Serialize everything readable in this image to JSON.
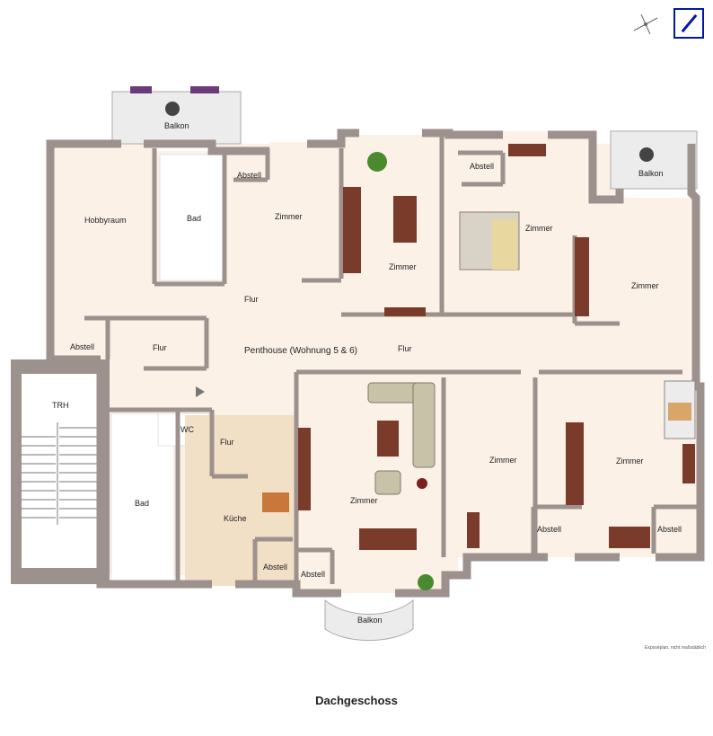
{
  "rooms": {
    "balkon_top": "Balkon",
    "balkon_right": "Balkon",
    "balkon_bottom": "Balkon",
    "hobbyraum": "Hobbyraum",
    "bad_top": "Bad",
    "abstell_1": "Abstell",
    "zimmer_1": "Zimmer",
    "zimmer_2": "Zimmer",
    "abstell_2": "Abstell",
    "zimmer_3": "Zimmer",
    "zimmer_4": "Zimmer",
    "flur_1": "Flur",
    "abstell_3": "Abstell",
    "flur_2": "Flur",
    "penthouse": "Penthouse (Wohnung 5 & 6)",
    "flur_3": "Flur",
    "trh": "TRH",
    "wc": "WC",
    "flur_4": "Flur",
    "bad_bottom": "Bad",
    "kueche": "Küche",
    "abstell_4": "Abstell",
    "zimmer_living": "Zimmer",
    "abstell_5": "Abstell",
    "zimmer_5": "Zimmer",
    "zimmer_6": "Zimmer",
    "abstell_6": "Abstell",
    "abstell_7": "Abstell"
  },
  "footer": {
    "title": "Dachgeschoss",
    "note": "Exposéplan, nicht maßstäblich"
  },
  "colors": {
    "wall": "#9c918c",
    "floor": "#fbf1e7",
    "tile": "#ffffff",
    "kitchen_tile": "#f2e0c6",
    "wood": "#7b3b2a",
    "brand": "#0018a8"
  },
  "icons": [
    "compass-icon",
    "bank-logo-icon"
  ]
}
